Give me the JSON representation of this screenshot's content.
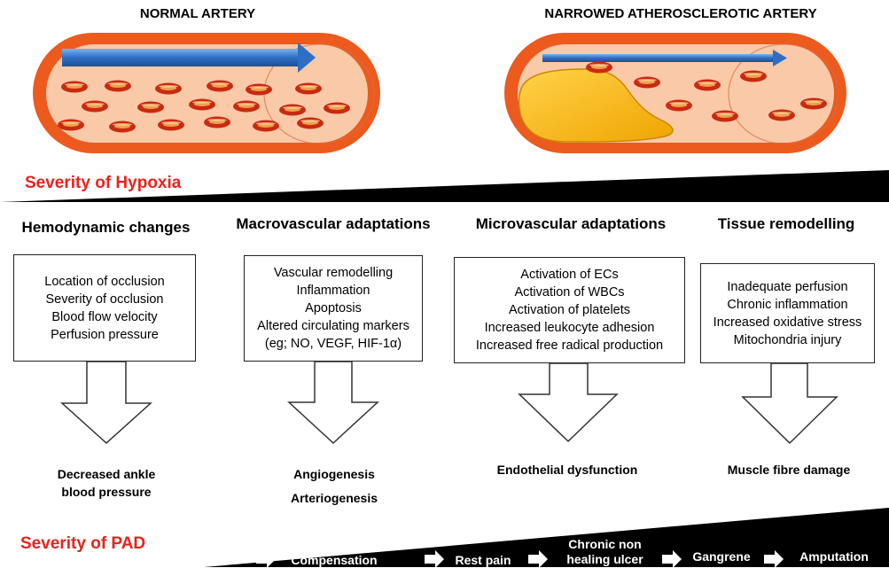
{
  "arteries": {
    "normal_title": "NORMAL ARTERY",
    "narrowed_title": "NARROWED ATHEROSCLEROTIC ARTERY"
  },
  "hypoxia_label": "Severity of Hypoxia",
  "pad_label": "Severity of PAD",
  "columns": [
    {
      "title": "Hemodynamic changes",
      "items": [
        "Location of occlusion",
        "Severity of occlusion",
        "Blood flow velocity",
        "Perfusion pressure"
      ],
      "outcome": [
        "Decreased ankle",
        "blood pressure"
      ]
    },
    {
      "title": "Macrovascular adaptations",
      "items": [
        "Vascular remodelling",
        "Inflammation",
        "Apoptosis",
        "Altered circulating markers",
        "(eg;  NO, VEGF, HIF-1α)"
      ],
      "outcome": [
        "Angiogenesis",
        "Arteriogenesis"
      ]
    },
    {
      "title": "Microvascular adaptations",
      "items": [
        "Activation of ECs",
        "Activation of WBCs",
        "Activation of platelets",
        "Increased leukocyte adhesion",
        "Increased free radical production"
      ],
      "outcome": [
        "Endothelial dysfunction"
      ]
    },
    {
      "title": "Tissue remodelling",
      "items": [
        "Inadequate perfusion",
        "Chronic inflammation",
        "Increased oxidative stress",
        "Mitochondria injury"
      ],
      "outcome": [
        "Muscle fibre damage"
      ]
    }
  ],
  "pad_stages": [
    [
      "Compensation"
    ],
    [
      "Rest pain"
    ],
    [
      "Chronic non",
      "healing ulcer"
    ],
    [
      "Gangrene"
    ],
    [
      "Amputation"
    ]
  ],
  "colors": {
    "vessel_wall": "#ec5a1e",
    "vessel_lumen": "#f9c9a8",
    "flow_arrow": "#2e6fc4",
    "red_cell": "#d8361a",
    "plaque": "#f6b81a",
    "severity_text": "#e8221b"
  }
}
